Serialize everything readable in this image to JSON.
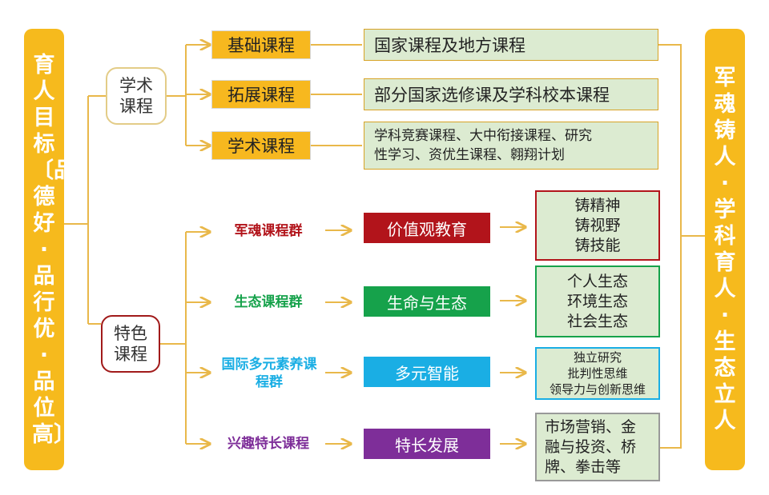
{
  "left_bar": {
    "text": "育人目标〔品德好·品行优·品位高〕"
  },
  "right_bar": {
    "text": "军魂铸人·学科育人·生态立人"
  },
  "academic": {
    "label": "学术课程",
    "items": [
      {
        "name": "基础课程",
        "desc": "国家课程及地方课程"
      },
      {
        "name": "拓展课程",
        "desc": "部分国家选修课及学科校本课程"
      },
      {
        "name": "学术课程",
        "desc": "学科竞赛课程、大中衔接课程、研究性学习、资优生课程、翱翔计划"
      }
    ]
  },
  "special": {
    "label": "特色课程",
    "groups": [
      {
        "name": "军魂课程群",
        "middle": "价值观教育",
        "outcomes": [
          "铸精神",
          "铸视野",
          "铸技能"
        ]
      },
      {
        "name": "生态课程群",
        "middle": "生命与生态",
        "outcomes": [
          "个人生态",
          "环境生态",
          "社会生态"
        ]
      },
      {
        "name": "国际多元素养课程群",
        "middle": "多元智能",
        "outcomes": [
          "独立研究",
          "批判性思维",
          "领导力与创新思维"
        ]
      },
      {
        "name": "兴趣特长课程",
        "middle": "特长发展",
        "outcomes": [
          "市场营销、金",
          "融与投资、桥",
          "牌、拳击等"
        ]
      }
    ]
  },
  "colors": {
    "bar": "#f6ba1d",
    "connector": "#e9b84a",
    "red": "#b2141b",
    "green": "#16a24b",
    "cyan": "#1aaee4",
    "purple": "#7e2e99"
  }
}
